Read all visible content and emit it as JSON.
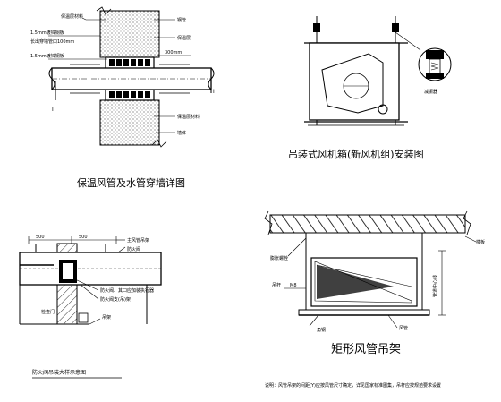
{
  "wall_detail": {
    "title": "保温风管及水管穿墙详图",
    "labels": {
      "top1": "保温层材料",
      "left1": "1.5mm镀锌钢板",
      "left2": "长出穿墙管口100mm",
      "left3": "1.5mm镀锌钢板",
      "r1": "钢管",
      "r2": "保温层",
      "r3": "300mm",
      "r4": "保温层材料",
      "r5": "墙体",
      "section_mark": "I"
    }
  },
  "fan_box": {
    "title": "吊装式风机箱(新风机组)安装图",
    "label_damper": "减振器"
  },
  "fire_damper": {
    "title": "防火阀吊装大样示意图",
    "dims": [
      "500",
      "500"
    ],
    "labels": {
      "l1": "主风管吊架",
      "l2": "防火阀",
      "l3": "防火阀、其口应加装执行器",
      "l4": "防火阀支(吊)架",
      "l5": "检查门",
      "l6": "吊架"
    }
  },
  "duct_hanger": {
    "title": "矩形风管吊架",
    "labels": {
      "left1": "膨胀螺栓",
      "left2": "吊杆",
      "left3": "M8",
      "right1": "楼板",
      "right2": "管道中心线",
      "bottom1": "角钢",
      "bottom2": "风管"
    },
    "note": "说明：风管吊架的间距(Y)应按风管尺寸确定，详见国家标准图集，吊杆应按规范要求设置"
  }
}
